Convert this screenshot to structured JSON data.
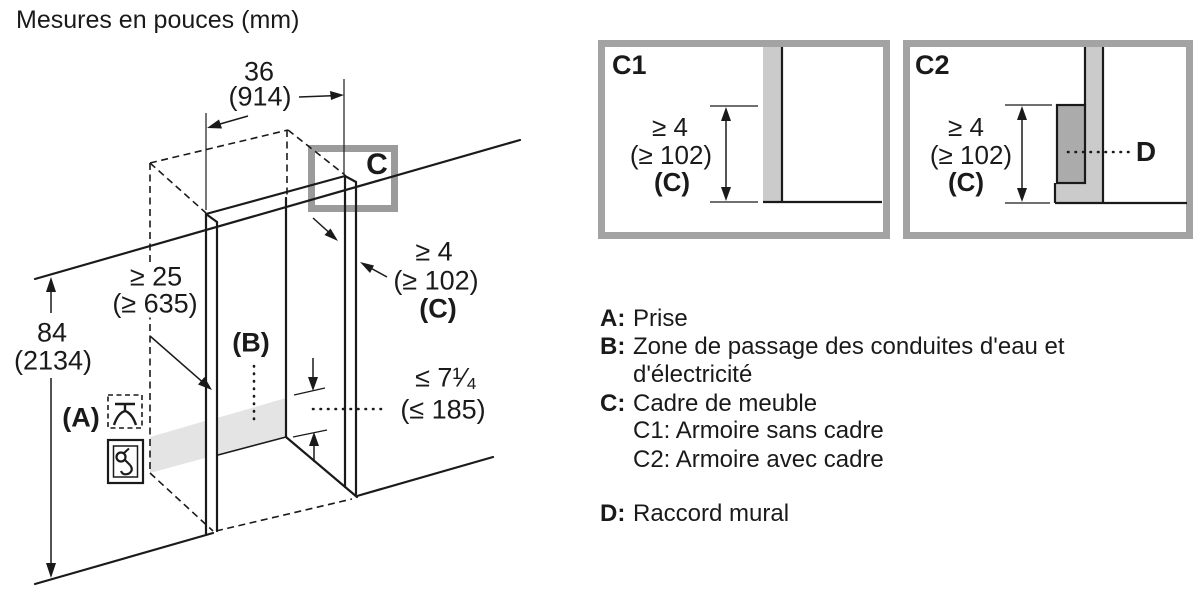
{
  "title": "Mesures en pouces (mm)",
  "colors": {
    "line": "#1a1a1a",
    "detail_box_border": "#a3a3a3",
    "callout_square": "#9b9b9b",
    "panel_gray": "#cbcbcb",
    "frame_gray": "#ababab",
    "zone_gray": "#e4e4e4"
  },
  "main_diagram": {
    "niche_width": {
      "inches": "36",
      "mm": "(914)"
    },
    "niche_height": {
      "inches": "84",
      "mm": "(2134)"
    },
    "niche_depth": {
      "inches": "≥ 25",
      "mm": "(≥ 635)"
    },
    "frame_depth": {
      "inches": "≥ 4",
      "mm": "(≥ 102)",
      "ref": "(C)"
    },
    "zone_b_height": {
      "inches": "≤ 7¹⁄₄",
      "mm": "(≤ 185)"
    },
    "label_a": "(A)",
    "label_b": "(B)",
    "callout_c": "C"
  },
  "detail_c1": {
    "label": "C1",
    "dim": {
      "inches": "≥ 4",
      "mm": "(≥ 102)",
      "ref": "(C)"
    }
  },
  "detail_c2": {
    "label": "C2",
    "dim": {
      "inches": "≥ 4",
      "mm": "(≥ 102)",
      "ref": "(C)"
    },
    "label_d": "D"
  },
  "legend": {
    "items": [
      {
        "prefix": "A:",
        "text": "Prise"
      },
      {
        "prefix": "B:",
        "text": "Zone de passage des conduites d'eau et"
      },
      {
        "prefix": "",
        "text": "d'électricité"
      },
      {
        "prefix": "C:",
        "text": "Cadre de meuble"
      },
      {
        "prefix": "",
        "text": "C1: Armoire sans cadre"
      },
      {
        "prefix": "",
        "text": "C2: Armoire avec cadre"
      },
      {
        "prefix": "D:",
        "text": "Raccord mural"
      }
    ]
  }
}
